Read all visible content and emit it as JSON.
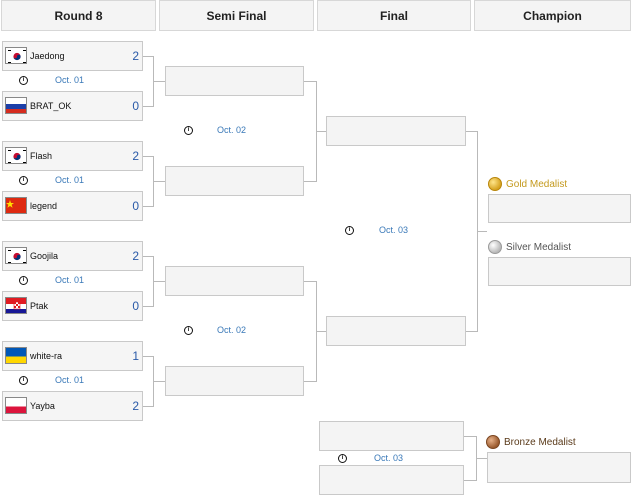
{
  "headers": {
    "round8": "Round 8",
    "semi": "Semi Final",
    "final": "Final",
    "champion": "Champion"
  },
  "round8": [
    {
      "top": {
        "name": "Jaedong",
        "score": "2",
        "flag": "korea-flag-icon"
      },
      "bottom": {
        "name": "BRAT_OK",
        "score": "0",
        "flag": "russia-flag-icon"
      },
      "date": "Oct. 01"
    },
    {
      "top": {
        "name": "Flash",
        "score": "2",
        "flag": "korea-flag-icon"
      },
      "bottom": {
        "name": "legend",
        "score": "0",
        "flag": "china-flag-icon"
      },
      "date": "Oct. 01"
    },
    {
      "top": {
        "name": "Goojila",
        "score": "2",
        "flag": "korea-flag-icon"
      },
      "bottom": {
        "name": "Ptak",
        "score": "0",
        "flag": "croatia-flag-icon"
      },
      "date": "Oct. 01"
    },
    {
      "top": {
        "name": "white-ra",
        "score": "1",
        "flag": "ukraine-flag-icon"
      },
      "bottom": {
        "name": "Yayba",
        "score": "2",
        "flag": "poland-flag-icon"
      },
      "date": "Oct. 01"
    }
  ],
  "semi": [
    {
      "date": "Oct. 02"
    },
    {
      "date": "Oct. 02"
    }
  ],
  "final": {
    "date": "Oct. 03"
  },
  "third_place": {
    "date": "Oct. 03"
  },
  "medals": {
    "gold": "Gold Medalist",
    "silver": "Silver Medalist",
    "bronze": "Bronze Medalist"
  },
  "colors": {
    "gold": "#c49a1e",
    "silver": "#555555",
    "bronze": "#5a3a1a",
    "date": "#3a79b8",
    "score": "#2a5aa8"
  },
  "info_icon": "info-circle-icon"
}
